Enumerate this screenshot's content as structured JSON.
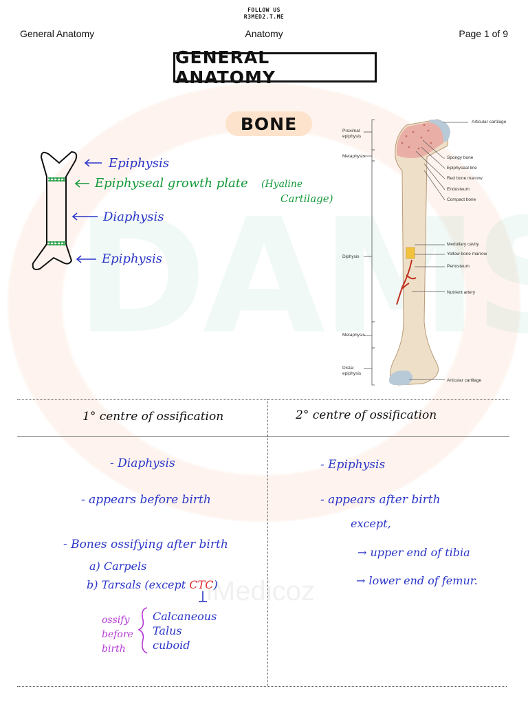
{
  "follow": {
    "line1": "FOLLOW US",
    "line2": "R3MED2.T.ME"
  },
  "header": {
    "left": "General Anatomy",
    "center": "Anatomy",
    "right": "Page 1 of 9"
  },
  "title": "GENERAL ANATOMY",
  "section_title": "BONE",
  "watermark": {
    "dams": "DAMS",
    "medicoz": "iMedicoz"
  },
  "sketch_labels": {
    "epiphysis_top": "Epiphysis",
    "growth_plate_a": "Epiphyseal growth plate",
    "growth_plate_b": "(Hyaline",
    "growth_plate_c": "Cartilage)",
    "diaphysis": "Diaphysis",
    "epiphysis_bottom": "Epiphysis"
  },
  "figure": {
    "left_labels": [
      "Proximal epiphysis",
      "Metaphysis",
      "Diphysis",
      "Metaphysis",
      "Distal epiphysis"
    ],
    "right_labels": [
      "Articular cartilage",
      "Spongy bone",
      "Epiphyseal line",
      "Red bone marrow",
      "Endosteum",
      "Compact bone",
      "Medullary cavity",
      "Yellow bone marrow",
      "Periosteum",
      "Nutrient artery",
      "Articular cartilage"
    ],
    "colors": {
      "bone": "#eedfc8",
      "spongy": "#e8a7a0",
      "cartilage": "#b8c9d8",
      "artery": "#c0301e",
      "marrow": "#f2c23c"
    }
  },
  "table": {
    "col1_header": "1° centre of ossification",
    "col2_header": "2° centre of ossification",
    "col1": {
      "l1": "- Diaphysis",
      "l2": "- appears before birth",
      "l3": "- Bones ossifying after birth",
      "l4": "a) Carpels",
      "l5a": "b) Tarsals (except ",
      "l5b": "CTC",
      "l5c": ")",
      "ossify": [
        "ossify",
        "before",
        "birth"
      ],
      "bones": [
        "Calcaneous",
        "Talus",
        "cuboid"
      ]
    },
    "col2": {
      "l1": "- Epiphysis",
      "l2": "- appears after birth",
      "l3": "except,",
      "l4": "→ upper end of tibia",
      "l5": "→ lower end of femur."
    }
  },
  "colors": {
    "handwriting_blue": "#2a35c8",
    "handwriting_green": "#159a3a",
    "purple": "#b53ad6",
    "red": "#e0282a",
    "pill": "#fde2cc"
  }
}
